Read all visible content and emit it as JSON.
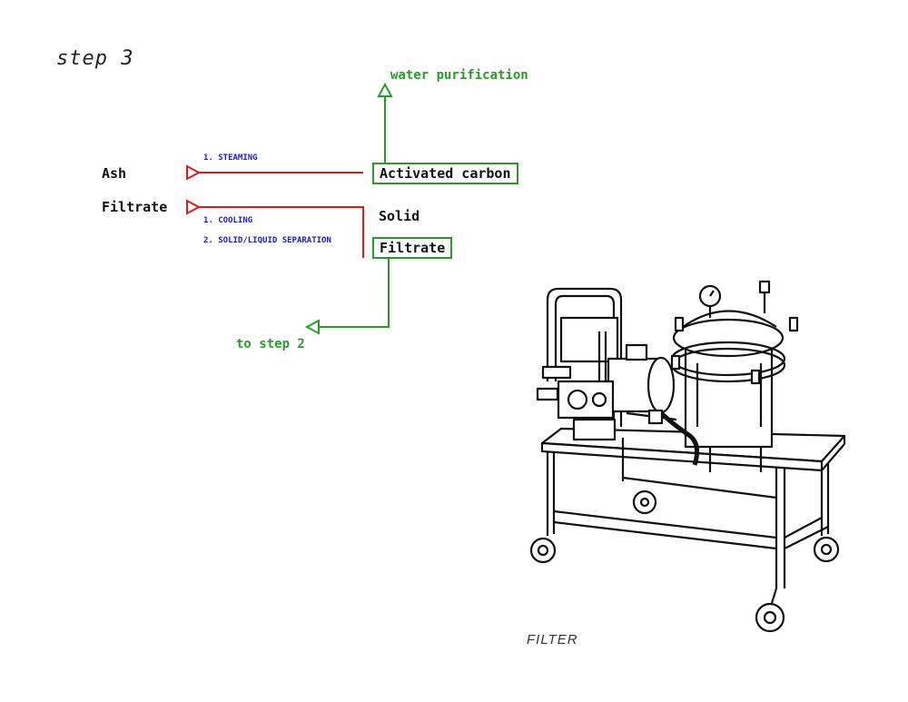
{
  "step_title": "step 3",
  "inputs": {
    "ash": "Ash",
    "filtrate": "Filtrate"
  },
  "processes": {
    "steaming": "1. STEAMING",
    "cooling": "1. COOLING",
    "separation": "2. SOLID/LIQUID SEPARATION"
  },
  "outputs": {
    "activated_carbon": "Activated carbon",
    "solid": "Solid",
    "filtrate": "Filtrate",
    "water_purification": "water purification",
    "to_step_2": "to step 2"
  },
  "illustration": {
    "caption": "FILTER",
    "icon": "filter-press-cart-illustration"
  },
  "colors": {
    "input_flow": "#e01a1a",
    "output_flow": "#2a9a2a",
    "process_text": "#1a1ad0"
  }
}
